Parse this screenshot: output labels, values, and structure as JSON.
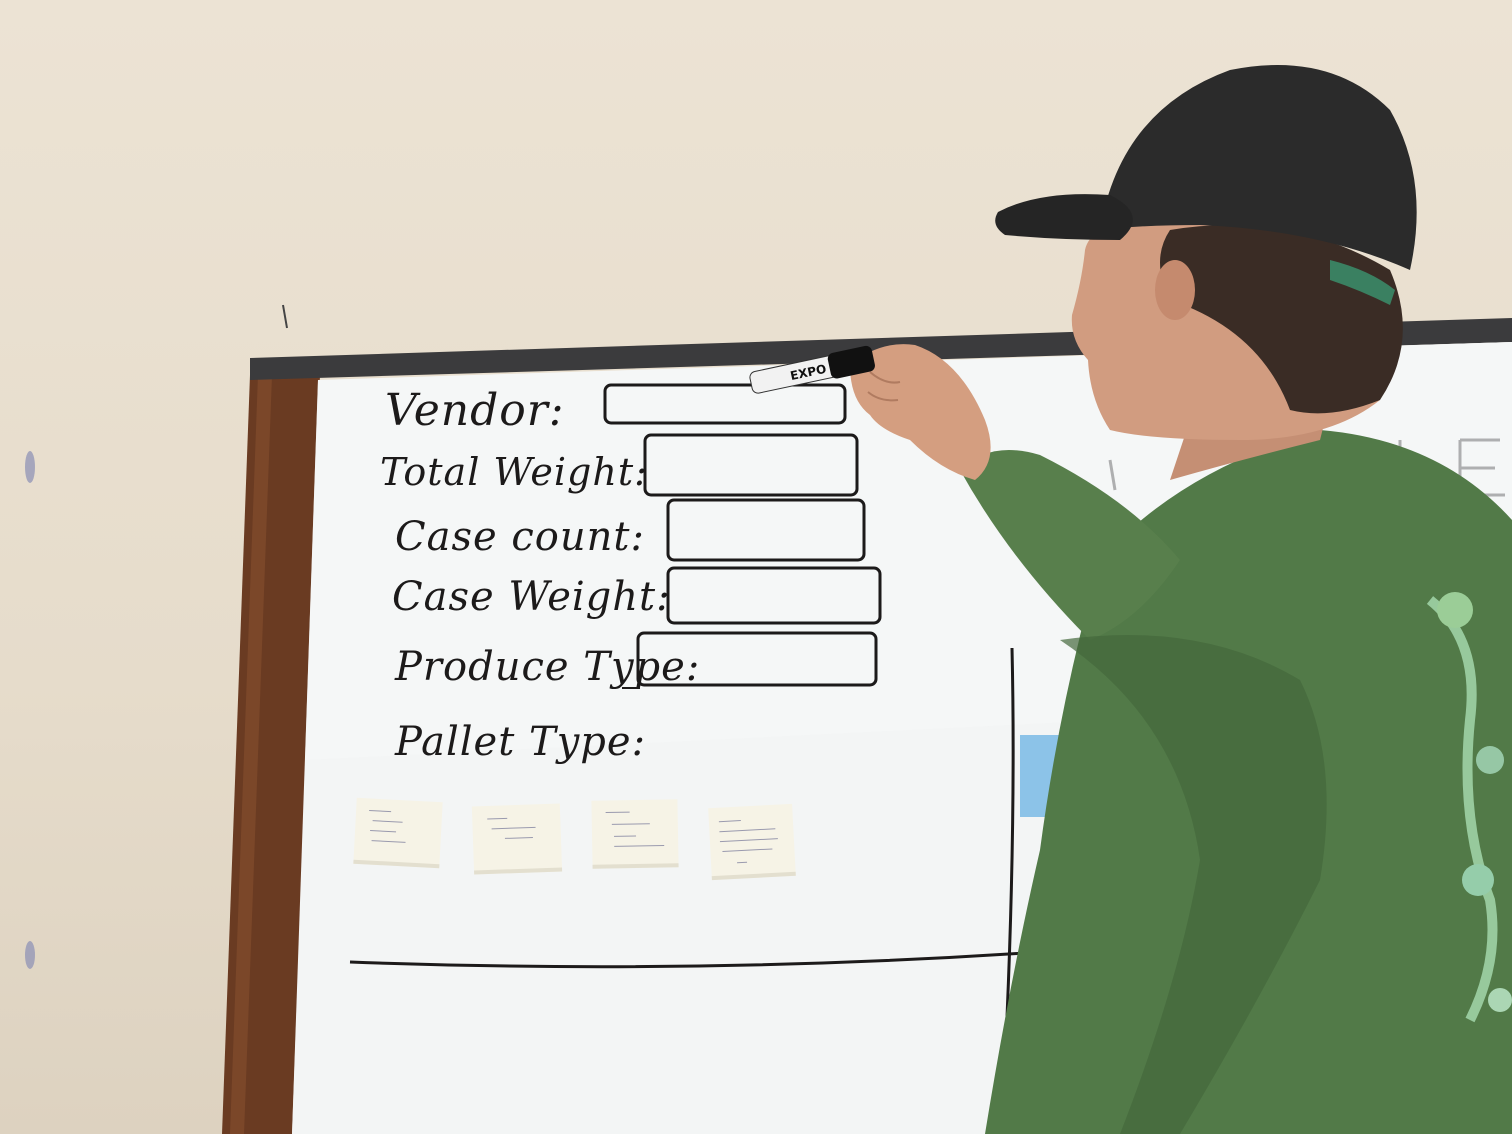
{
  "form": {
    "labels": [
      "Vendor:",
      "Total Weight:",
      "Case count:",
      "Case Weight:",
      "Produce Type:",
      "Pallet Type:"
    ]
  },
  "marker": {
    "brand": "EXPO"
  },
  "colors": {
    "wall": "#e8dfcf",
    "board": "#f4f6f6",
    "frame_wood": "#6a3b22",
    "shirt": "#527a48",
    "cap": "#2a2a2a",
    "ink": "#1c1a1a",
    "sticky": "#f6f3e6",
    "blue_sticky": "#8cc3e8"
  }
}
